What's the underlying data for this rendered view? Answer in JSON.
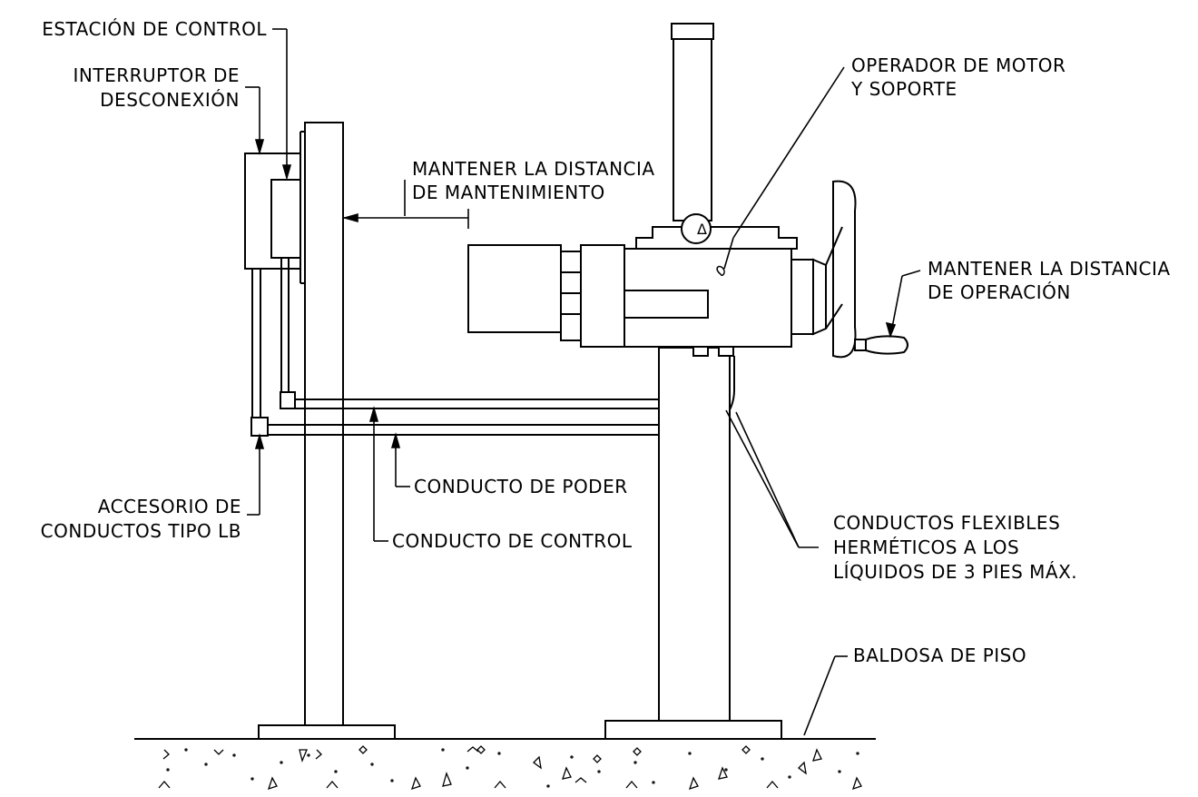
{
  "labels": {
    "control_station": "ESTACIÓN DE CONTROL",
    "disconnect_switch": [
      "INTERRUPTOR DE",
      "DESCONEXIÓN"
    ],
    "maintenance_clearance": [
      "MANTENER LA DISTANCIA",
      "DE MANTENIMIENTO"
    ],
    "motor_operator": [
      "OPERADOR DE MOTOR",
      "Y SOPORTE"
    ],
    "operating_clearance": [
      "MANTENER LA DISTANCIA",
      "DE OPERACIÓN"
    ],
    "lb_fitting": [
      "ACCESORIO DE",
      "CONDUCTOS TIPO LB"
    ],
    "power_conduit": "CONDUCTO DE PODER",
    "control_conduit": "CONDUCTO DE CONTROL",
    "flexible_conduits": [
      "CONDUCTOS FLEXIBLES",
      "HERMÉTICOS A LOS",
      "LÍQUIDOS DE 3 PIES MÁX."
    ],
    "floor_slab": "BALDOSA DE PISO",
    "delta_symbol": "Δ"
  }
}
